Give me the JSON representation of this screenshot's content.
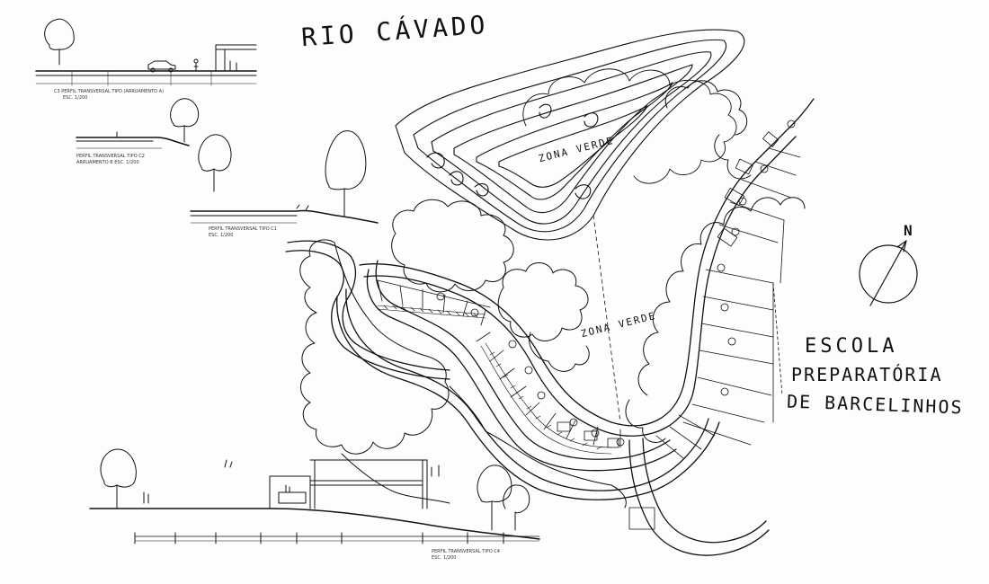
{
  "plan": {
    "river_label": "RIO CÁVADO",
    "green_zone_label": "ZONA VERDE",
    "north_label": "N",
    "school_lines": [
      "ESCOLA",
      "PREPARATÓRIA",
      "DE BARCELINHOS"
    ]
  },
  "colors": {
    "ink": "#111111",
    "paper": "#fdfdfb"
  }
}
